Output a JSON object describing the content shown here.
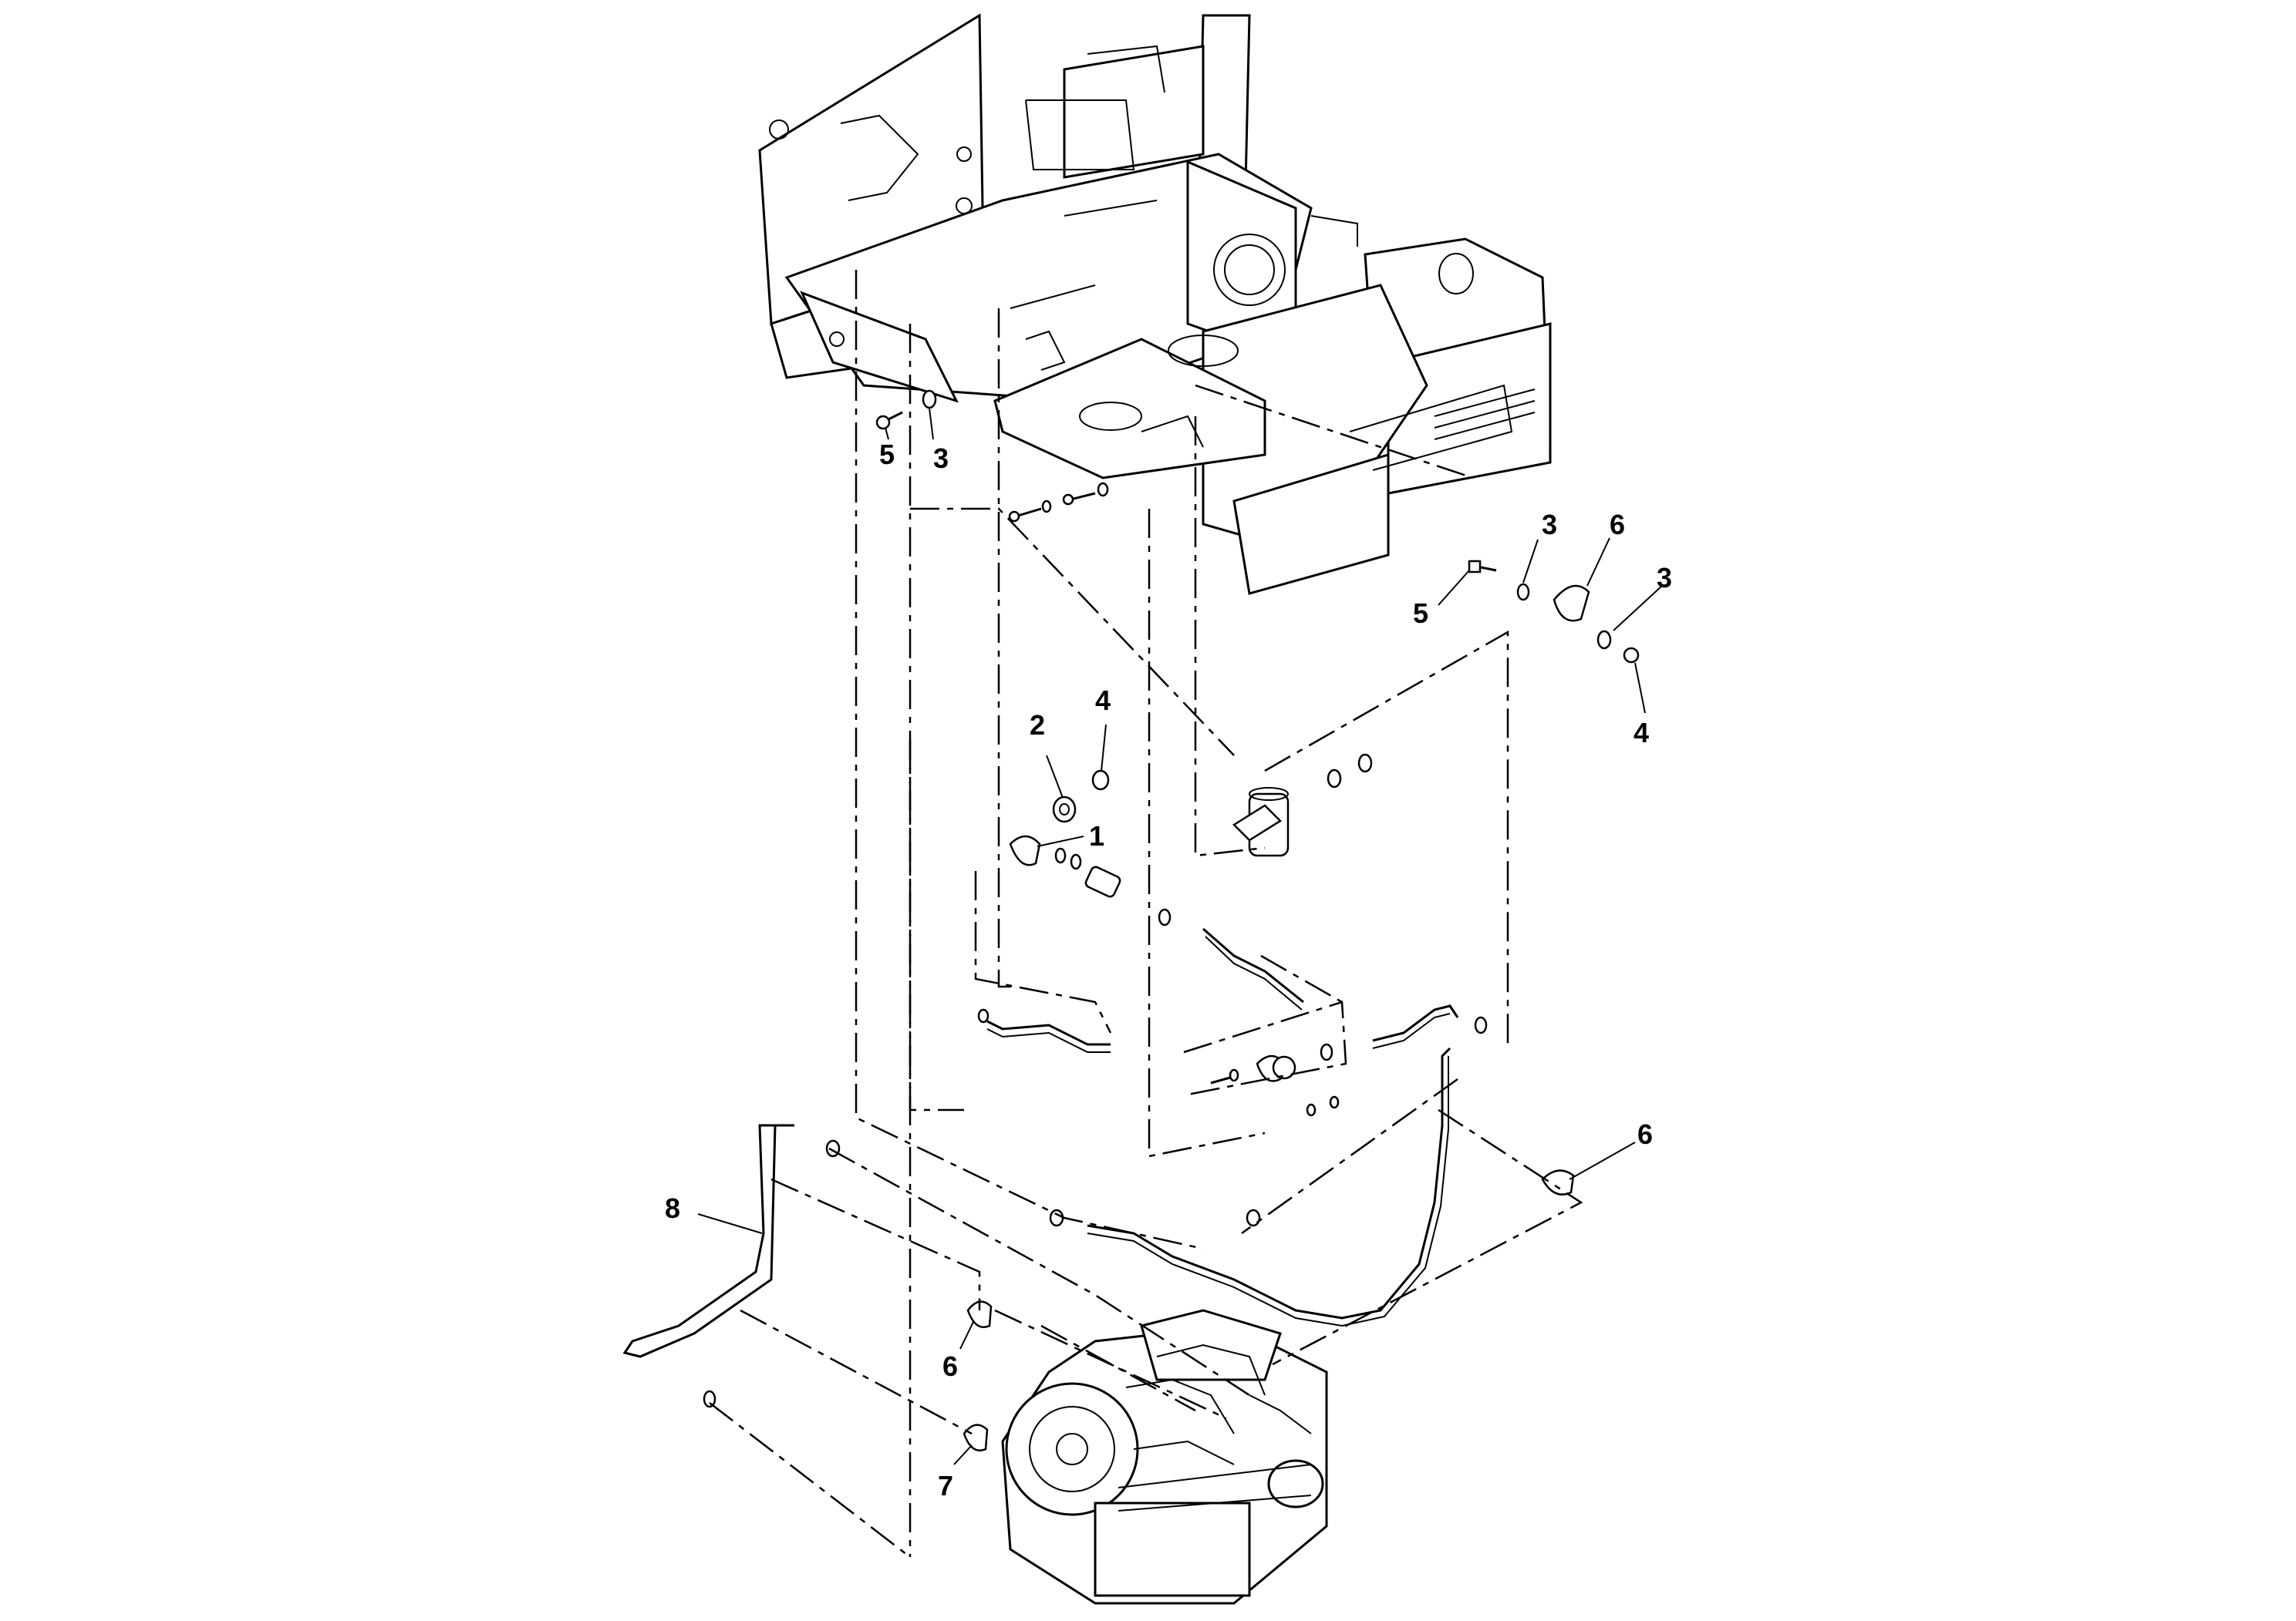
{
  "diagram": {
    "callouts": [
      {
        "id": "c5a",
        "label": "5"
      },
      {
        "id": "c3a",
        "label": "3"
      },
      {
        "id": "c3b",
        "label": "3"
      },
      {
        "id": "c6a",
        "label": "6"
      },
      {
        "id": "c3c",
        "label": "3"
      },
      {
        "id": "c5b",
        "label": "5"
      },
      {
        "id": "c4a",
        "label": "4"
      },
      {
        "id": "c2",
        "label": "2"
      },
      {
        "id": "c4b",
        "label": "4"
      },
      {
        "id": "c1",
        "label": "1"
      },
      {
        "id": "c6b",
        "label": "6"
      },
      {
        "id": "c8",
        "label": "8"
      },
      {
        "id": "c6c",
        "label": "6"
      },
      {
        "id": "c7",
        "label": "7"
      }
    ]
  }
}
